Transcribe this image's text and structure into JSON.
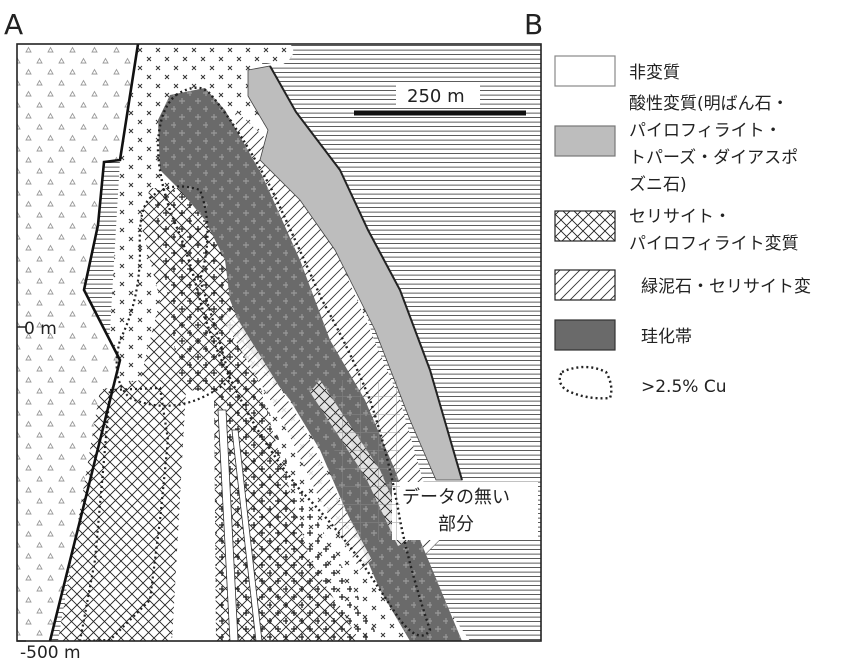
{
  "section": {
    "left_end_label": "A",
    "right_end_label": "B",
    "depth_labels": [
      "0 m",
      "-500 m"
    ],
    "scale_bar_label": "250 m",
    "no_data_label_lines": [
      "データの無い",
      "部分"
    ]
  },
  "legend": {
    "items": [
      {
        "pattern": "non-altered",
        "lines": [
          "非変質"
        ]
      },
      {
        "pattern": "acidic-alteration",
        "color": "#bdbdbd",
        "lines": [
          "酸性変質(明ばん石・",
          "パイロフィライト・",
          "トパーズ・ダイアスポ",
          "ズニ石)"
        ]
      },
      {
        "pattern": "cross-hatch",
        "lines": [
          "セリサイト・",
          "パイロフィライト変質"
        ]
      },
      {
        "pattern": "diagonal-hatch",
        "lines": [
          "緑泥石・セリサイト変"
        ]
      },
      {
        "pattern": "silicified",
        "color": "#6a6a6a",
        "lines": [
          "珪化帯"
        ]
      },
      {
        "pattern": "dotted-outline",
        "lines": [
          ">2.5% Cu"
        ]
      }
    ]
  },
  "colors": {
    "silicified": "#6a6a6a",
    "acidic": "#bdbdbd",
    "line": "#222222",
    "triangle_pattern": "#9a9a9a"
  }
}
